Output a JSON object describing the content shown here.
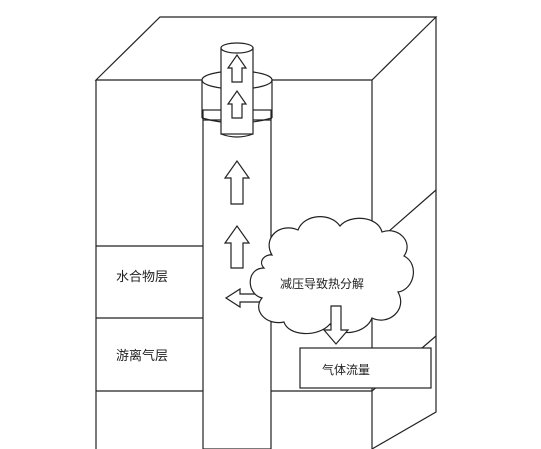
{
  "labels": {
    "hydrate_layer": "水合物层",
    "free_gas_layer": "游离气层",
    "decompression": "减压导致热分解",
    "gas_flow": "气体流量"
  },
  "colors": {
    "line": "#222222",
    "background": "#ffffff"
  }
}
